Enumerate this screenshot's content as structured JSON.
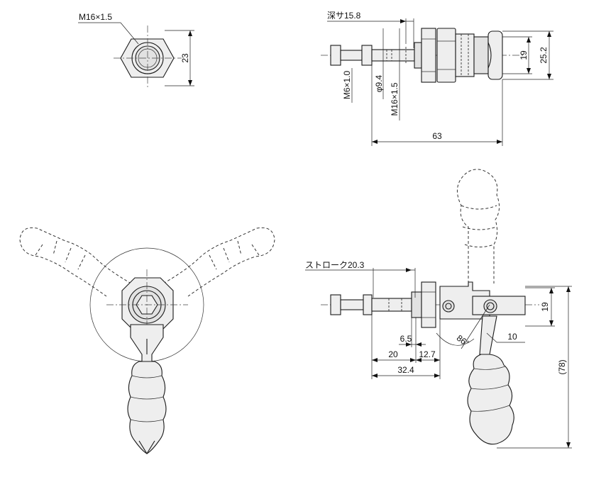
{
  "labels": {
    "nut_thread": "M16×1.5",
    "nut_across": "23",
    "depth": "深サ15.8",
    "screw": "M6×1.0",
    "shaft_dia": "φ9.4",
    "mount_thread": "M16×1.5",
    "width_19": "19",
    "width_25_2": "25.2",
    "overall_63": "63",
    "stroke": "ストローク20.3",
    "height_19": "19",
    "d_6_5": "6.5",
    "d_20": "20",
    "d_12_7": "12.7",
    "d_32_4": "32.4",
    "d_10": "10",
    "angle_86": "86°",
    "height_78": "(78)"
  }
}
